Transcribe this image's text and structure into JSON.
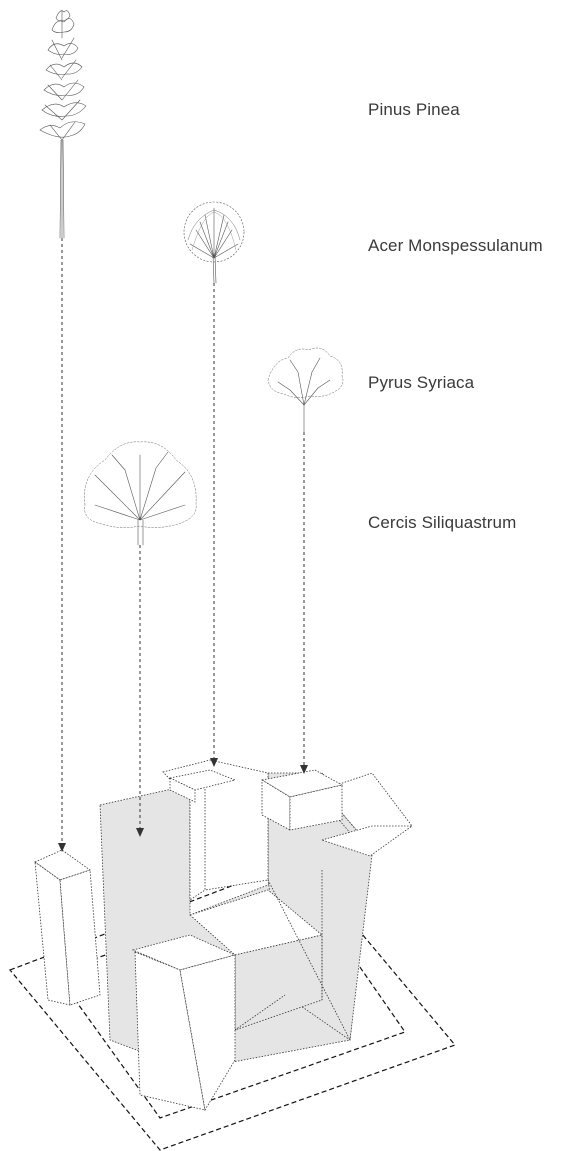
{
  "species": [
    {
      "id": "pinus",
      "label": "Pinus Pinea",
      "icon": "pine-tree-icon"
    },
    {
      "id": "acer",
      "label": "Acer Monspessulanum",
      "icon": "round-canopy-tree-icon"
    },
    {
      "id": "pyrus",
      "label": "Pyrus Syriaca",
      "icon": "small-tree-icon"
    },
    {
      "id": "cercis",
      "label": "Cercis Siliquastrum",
      "icon": "broad-canopy-tree-icon"
    }
  ],
  "colors": {
    "ink": "#333333",
    "fill_gray": "#e5e5e5",
    "background": "#ffffff"
  }
}
